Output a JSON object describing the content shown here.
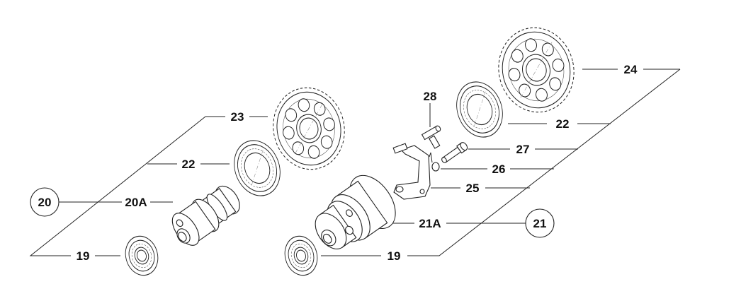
{
  "diagram": {
    "type": "exploded-parts-view",
    "groups": [
      {
        "assembly": "20",
        "callouts": [
          {
            "ref": "23",
            "part": "camshaft-sprocket"
          },
          {
            "ref": "22",
            "part": "ball-bearing-large"
          },
          {
            "ref": "20A",
            "part": "camshaft"
          },
          {
            "ref": "19",
            "part": "ball-bearing-small"
          }
        ]
      },
      {
        "assembly": "21",
        "callouts": [
          {
            "ref": "24",
            "part": "camshaft-sprocket"
          },
          {
            "ref": "22",
            "part": "ball-bearing-large"
          },
          {
            "ref": "27",
            "part": "pin"
          },
          {
            "ref": "26",
            "part": "spring"
          },
          {
            "ref": "25",
            "part": "decompressor-lever"
          },
          {
            "ref": "28",
            "part": "decompressor-pin"
          },
          {
            "ref": "21A",
            "part": "camshaft"
          },
          {
            "ref": "19",
            "part": "ball-bearing-small"
          }
        ]
      }
    ]
  }
}
